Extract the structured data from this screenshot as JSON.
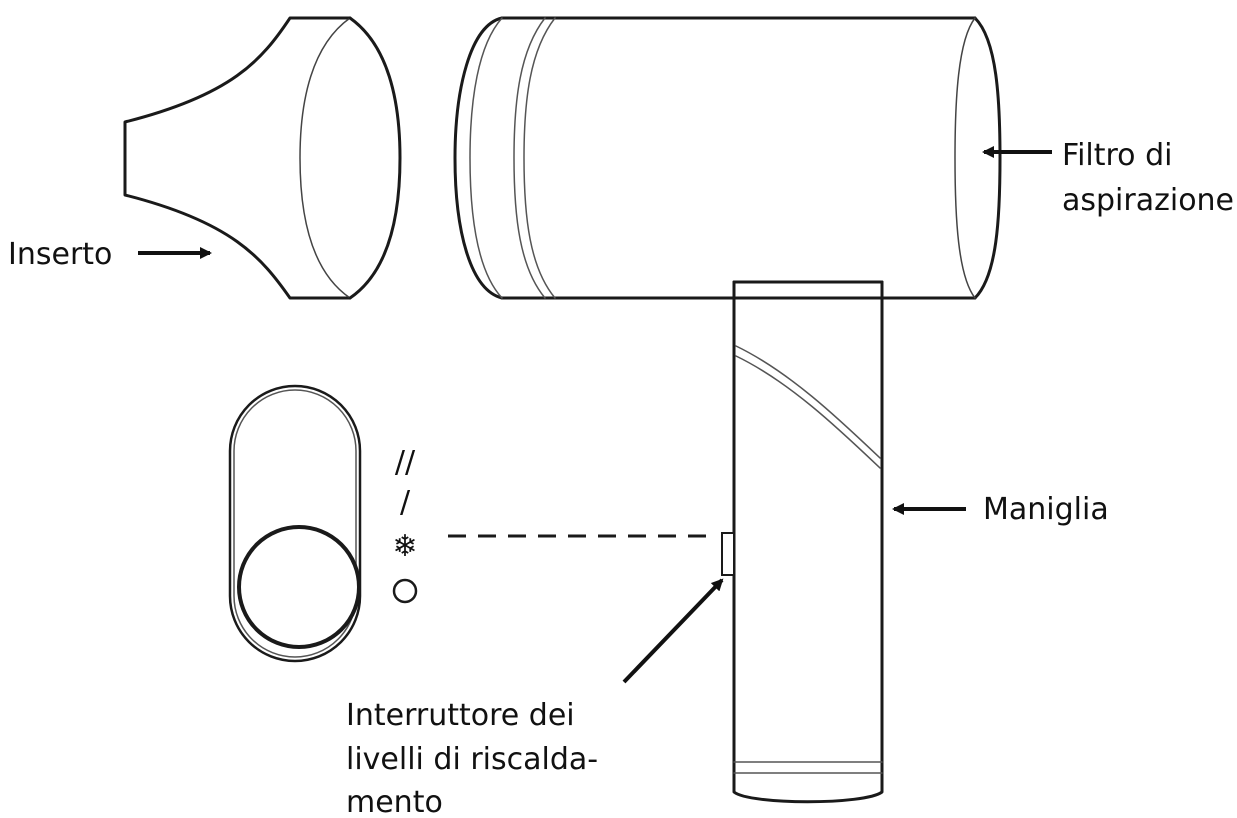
{
  "labels": {
    "inserto": "Inserto",
    "filtro_line1": "Filtro di",
    "filtro_line2": "aspirazione",
    "maniglia": "Maniglia",
    "switch_line1": "Interruttore dei",
    "switch_line2": "livelli di riscalda-",
    "switch_line3": "mento"
  },
  "switch_positions": [
    "//",
    "/",
    "❄",
    "○"
  ],
  "colors": {
    "line": "#1a1a1a",
    "light_line": "#555555",
    "background": "#ffffff"
  }
}
